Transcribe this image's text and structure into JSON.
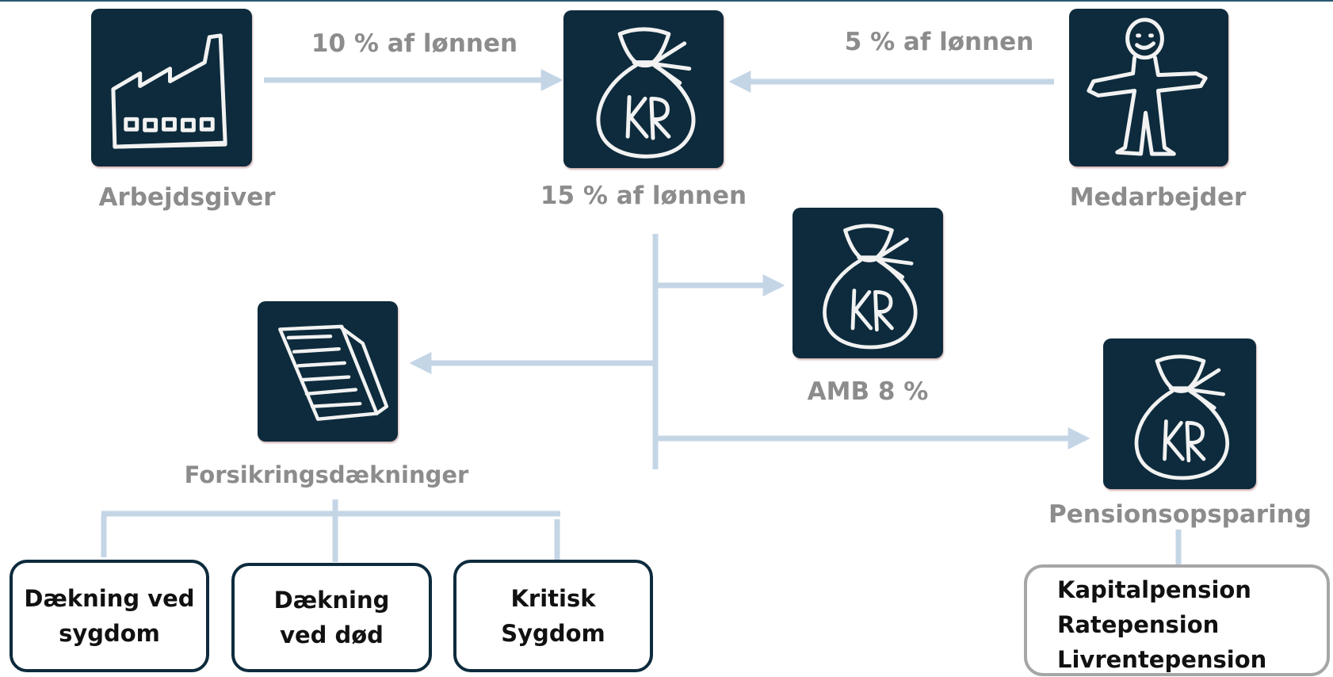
{
  "colors": {
    "tile": "#0d2b3c",
    "chalk": "#f2f2f2",
    "connector": "#c4d6e6",
    "label": "#8c8c8c",
    "box_border": "#0d2b3c",
    "pension_box_border": "#a6a6a6"
  },
  "flow": {
    "employer_share": "10 % af lønnen",
    "employee_share": "5 % af lønnen"
  },
  "nodes": {
    "employer": {
      "label": "Arbejdsgiver",
      "icon": "factory-icon"
    },
    "pool": {
      "label": "15 % af lønnen",
      "icon": "money-bag-icon"
    },
    "employee": {
      "label": "Medarbejder",
      "icon": "stick-figure-icon"
    },
    "amb": {
      "label": "AMB 8 %",
      "icon": "money-bag-icon"
    },
    "insurance": {
      "label": "Forsikringsdækninger",
      "icon": "document-icon"
    },
    "pension": {
      "label": "Pensionsopsparing",
      "icon": "money-bag-icon"
    }
  },
  "coverages": [
    {
      "label": "Dækning ved\nsygdom"
    },
    {
      "label": "Dækning\nved død"
    },
    {
      "label": "Kritisk\nSygdom"
    }
  ],
  "pension_types": [
    "Kapitalpension",
    "Ratepension",
    "Livrentepension"
  ]
}
